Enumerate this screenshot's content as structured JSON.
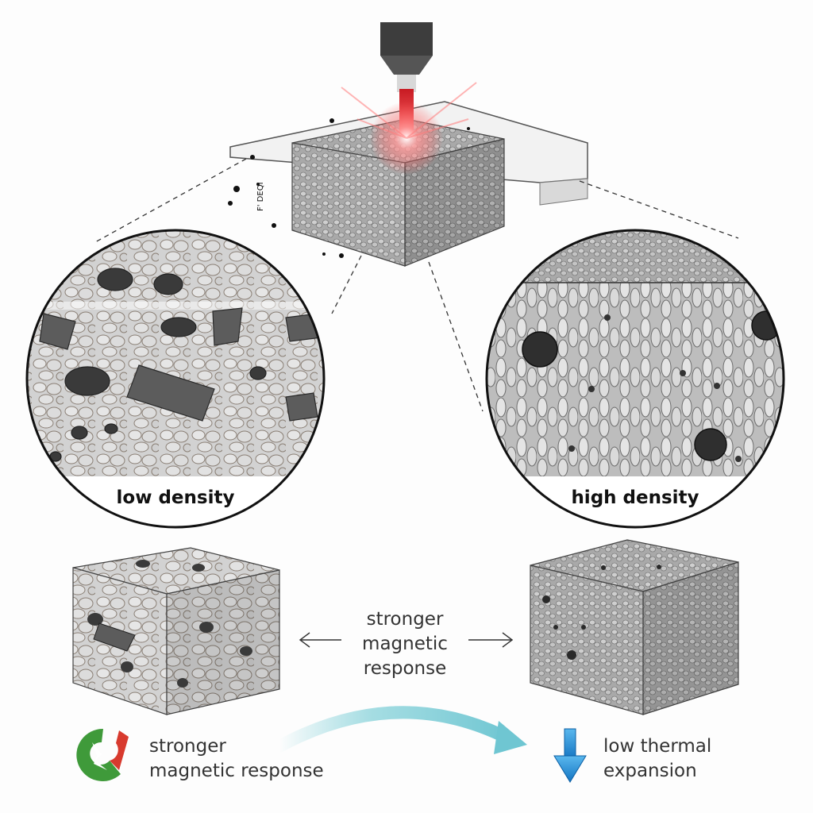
{
  "labels": {
    "low_density": "low density",
    "high_density": "high density",
    "middle_line1": "stronger",
    "middle_line2": "magnetic",
    "middle_line3": "response",
    "left_footer_line1": "stronger",
    "left_footer_line2": "magnetic response",
    "right_footer_line1": "low thermal",
    "right_footer_line2": "expansion",
    "scale_marker": "F' DEQI"
  },
  "icons": {
    "laser_head": "laser-nozzle-icon",
    "magnet": "magnet-icon",
    "down_arrow": "arrow-down-icon",
    "curve_arrow": "curved-arrow-icon"
  },
  "colors": {
    "laser": "#e8323a",
    "arrow_blue": "#1e8fd8",
    "arrow_teal": "#7fcfd8",
    "magnet_green": "#3f9a3a",
    "magnet_red": "#d83a2e"
  }
}
